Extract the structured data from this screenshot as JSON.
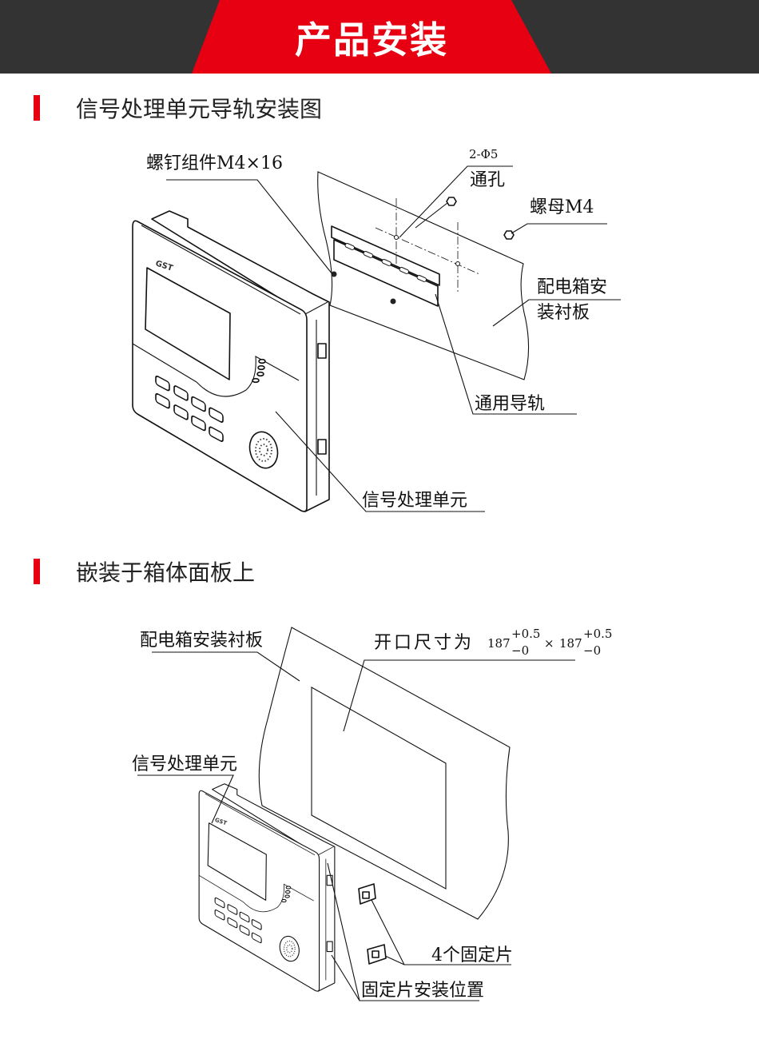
{
  "header": {
    "title": "产品安装",
    "background": "#333333",
    "accent": "#e60012"
  },
  "section1": {
    "heading": "信号处理单元导轨安装图",
    "labels": {
      "screw": "螺钉组件M4×16",
      "hole_spec": "2-Φ5",
      "hole": "通孔",
      "nut": "螺母M4",
      "board_line1": "配电箱安",
      "board_line2": "装衬板",
      "rail": "通用导轨",
      "unit": "信号处理单元"
    }
  },
  "section2": {
    "heading": "嵌装于箱体面板上",
    "labels": {
      "board": "配电箱安装衬板",
      "opening_prefix": "开口尺寸为",
      "opening_size": "187",
      "tol_plus": "+0.5",
      "tol_minus": "−0",
      "times": "×",
      "unit": "信号处理单元",
      "clips": "4个固定片",
      "clip_position": "固定片安装位置"
    }
  },
  "device": {
    "logo": "GST"
  }
}
